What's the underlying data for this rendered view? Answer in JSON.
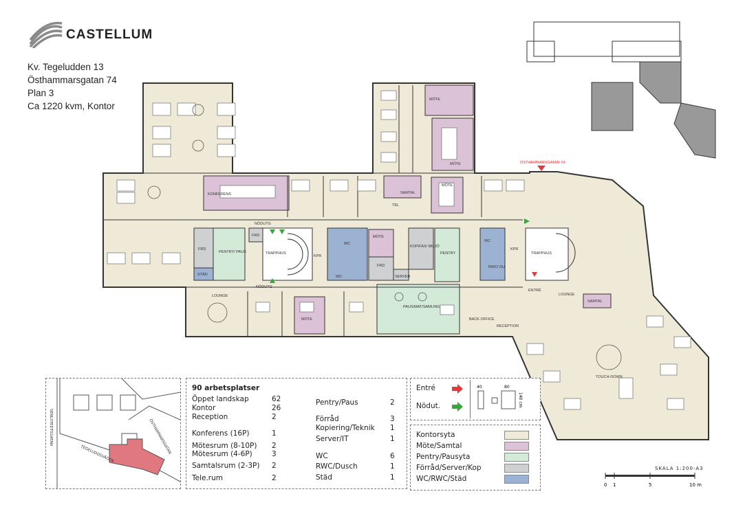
{
  "header": {
    "brand": "CASTELLUM",
    "address_lines": [
      "Kv. Tegeludden 13",
      "Östhammarsgatan 74",
      "Plan 3",
      "Ca 1220 kvm, Kontor"
    ]
  },
  "colors": {
    "kontor": "#efead7",
    "mote": "#dcc2d6",
    "pentry": "#d3ead8",
    "forrad": "#cfd0d2",
    "wc": "#9bb2d3",
    "wall": "#333333",
    "entry_arrow": "#e03a3a",
    "exit_arrow": "#3aa53a",
    "site_building": "#e0787f"
  },
  "plan_labels": {
    "konferens": "KONFERENS",
    "mote": "MÖTE",
    "samtal": "SAMTAL",
    "tel": "TEL",
    "frd": "FRD",
    "pentry_paus": "PENTRY/ PAUS",
    "stad": "STÄD",
    "nodutg": "NÖDUTG",
    "trapphus": "TRAPPHUS",
    "kpr": "KPR",
    "wc": "WC",
    "kop": "KOP/FAX/ MILJÖ",
    "pentry": "PENTRY",
    "server": "SERVER",
    "rwc": "RWC/ DU",
    "lounge": "LOUNGE",
    "paus_mat": "PAUS/MAT/SAMLING",
    "back_office": "BACK OFFICE",
    "reception": "RECEPTION",
    "entre": "ENTRÉ",
    "touchdown": "TOUCH-DOWN",
    "street": "ÖSTHAMMARSGATAN 74"
  },
  "site_map": {
    "streets": [
      "SENLSTEDTSGATAN",
      "ÖSTHAMMARSGATAN",
      "TEGELUDDSVÄGEN"
    ]
  },
  "workplaces": {
    "title": "90 arbetsplatser",
    "col1": [
      {
        "label": "Öppet landskap",
        "value": "62"
      },
      {
        "label": "Kontor",
        "value": "26"
      },
      {
        "label": "Reception",
        "value": "2"
      },
      {
        "label": "Konferens (16P)",
        "value": "1"
      },
      {
        "label": "Mötesrum (8-10P)",
        "value": "2"
      },
      {
        "label": "Mötesrum (4-6P)",
        "value": "3"
      },
      {
        "label": "Samtalsrum (2-3P)",
        "value": "2"
      },
      {
        "label": "Tele.rum",
        "value": "2"
      }
    ],
    "col2": [
      {
        "label": "Pentry/Paus",
        "value": "2"
      },
      {
        "label": "Förråd",
        "value": "3"
      },
      {
        "label": "Kopiering/Teknik",
        "value": "1"
      },
      {
        "label": "Server/IT",
        "value": "1"
      },
      {
        "label": "WC",
        "value": "6"
      },
      {
        "label": "RWC/Dusch",
        "value": "1"
      },
      {
        "label": "Städ",
        "value": "1"
      }
    ]
  },
  "symbols": {
    "entre": "Entré",
    "nodut": "Nödut.",
    "dim_40": "40",
    "dim_80": "80",
    "dim_140": "140 cm"
  },
  "legend": [
    {
      "label": "Kontorsyta",
      "color": "#efead7"
    },
    {
      "label": "Möte/Samtal",
      "color": "#dcc2d6"
    },
    {
      "label": "Pentry/Pausyta",
      "color": "#d3ead8"
    },
    {
      "label": "Förråd/Server/Kop",
      "color": "#cfd0d2"
    },
    {
      "label": "WC/RWC/Städ",
      "color": "#9bb2d3"
    }
  ],
  "scale": {
    "title": "SKALA 1:200-A3",
    "ticks": [
      "0",
      "1",
      "5",
      "10 m"
    ]
  }
}
